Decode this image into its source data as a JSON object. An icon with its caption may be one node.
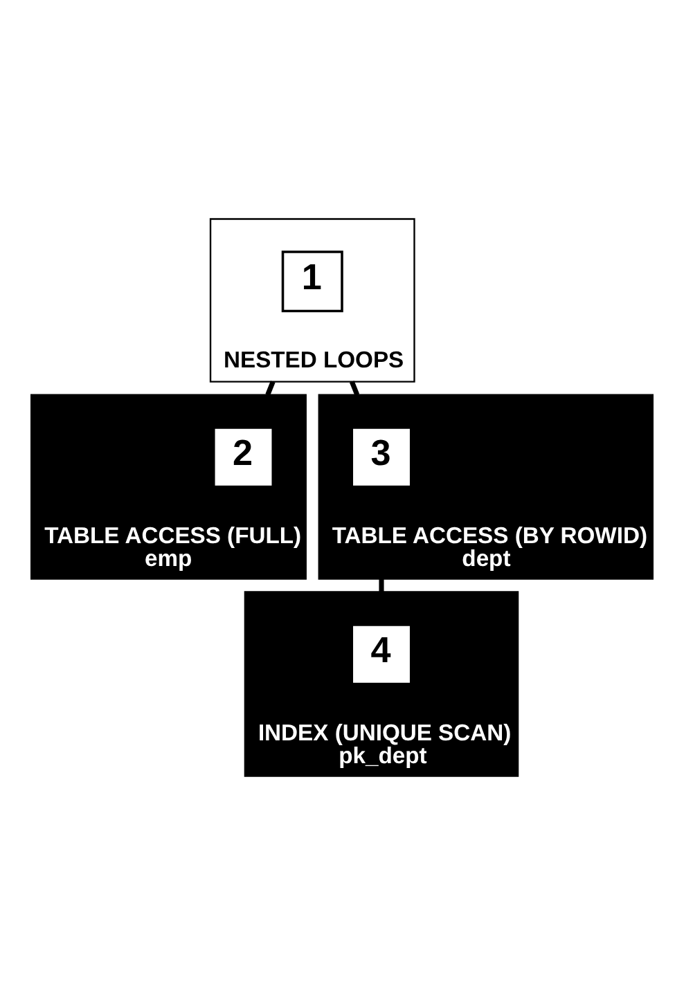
{
  "diagram": {
    "nodes": [
      {
        "text": [
          "NESTED LOOPS"
        ]
      },
      {
        "text": [
          "1"
        ],
        "in": 0
      },
      {
        "text": [
          "TABLE ACCESS (FULL)",
          "emp"
        ]
      },
      {
        "text": [
          "2"
        ],
        "in": 2
      },
      {
        "text": [
          "TABLE ACCESS (BY ROWID)",
          "dept"
        ]
      },
      {
        "text": [
          "3"
        ],
        "in": 4
      },
      {
        "text": [
          "INDEX (UNIQUE SCAN)",
          "pk_dept"
        ]
      },
      {
        "text": [
          "4"
        ],
        "in": 6
      }
    ],
    "edges": [
      {
        "from": 0,
        "to": 2,
        "arrow": "none"
      },
      {
        "from": 0,
        "to": 4,
        "arrow": "none"
      },
      {
        "from": 4,
        "to": 6,
        "arrow": "none"
      }
    ]
  }
}
